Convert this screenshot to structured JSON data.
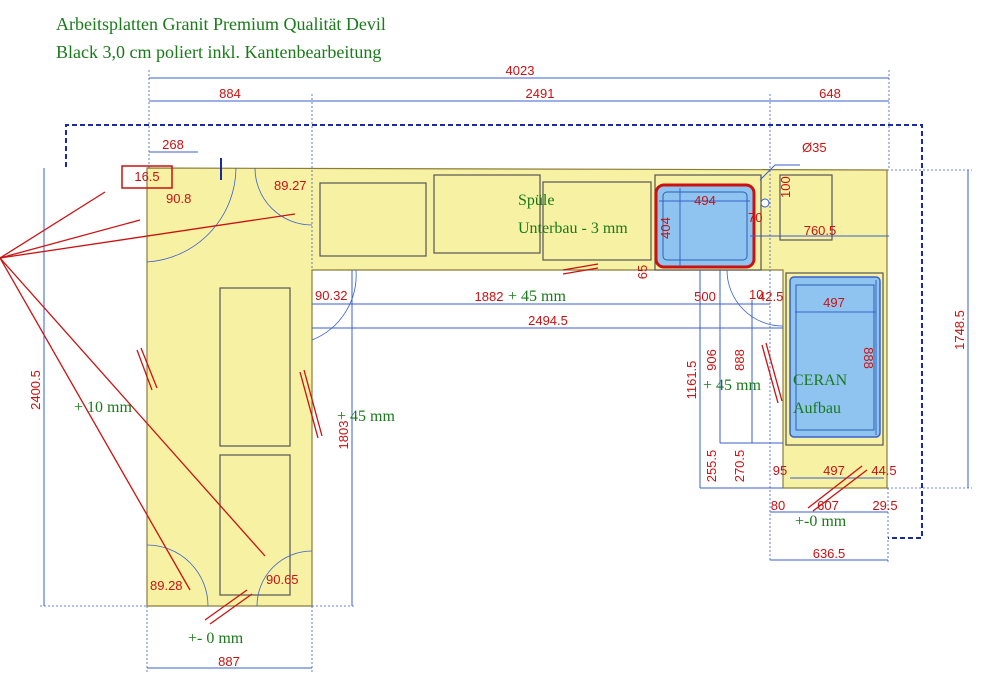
{
  "title_lines": [
    "Arbeitsplatten Granit Premium Qualität Devil",
    "Black 3,0 cm poliert inkl. Kantenbearbeitung"
  ],
  "notes": {
    "sink": "Spüle",
    "sink_mount": "Unterbau - 3 mm",
    "cooktop": "CERAN",
    "cooktop_mount": "Aufbau",
    "left_edge": "+ 10 mm",
    "middle_edge": "+ 45 mm",
    "inner_top_edge": "+ 45 mm",
    "right_inner_edge": "+ 45 mm",
    "bottom_left_edge": "+- 0 mm",
    "bottom_right_edge": "+-0 mm"
  },
  "dimensions": {
    "total_width": "4023",
    "left_width": "884",
    "middle_width": "2491",
    "right_width": "648",
    "corner_offset": "268",
    "corner_small": "16.5",
    "hole_diameter": "Ø35",
    "hole_offset": "100",
    "sink_width": "494",
    "sink_depth": "404",
    "sink_gap_70": "70",
    "sink_offset_760": "760.5",
    "sink_front_gap": "65",
    "inner_span_1882": "1882",
    "inner_span_2494": "2494.5",
    "span_500": "500",
    "span_10": "10",
    "span_42_5": "42.5",
    "cooktop_width": "497",
    "cooktop_depth": "888",
    "right_depth_906": "906",
    "right_depth_888": "888",
    "right_depth_1161": "1161.5",
    "total_depth_right": "1748.5",
    "left_depth": "2400.5",
    "middle_depth": "1803",
    "depth_255": "255.5",
    "depth_270": "270.5",
    "bottom_95": "95",
    "bottom_497": "497",
    "bottom_44": "44.5",
    "bottom_80": "80",
    "bottom_607": "607",
    "bottom_29": "29.5",
    "bottom_636": "636.5",
    "bottom_887": "887"
  },
  "angles": {
    "top_left": "90.8",
    "top_inner": "89.27",
    "inner_corner": "90.32",
    "bottom_left": "89.28",
    "bottom_right": "90.65"
  },
  "colors": {
    "worktop": "#f7f1a4",
    "worktop_border": "#8a7d3a",
    "cabinet": "#f7f1a4",
    "cabinet_border": "#555555",
    "cutout_fill": "#8fc4f0",
    "cutout_border": "#cc1111",
    "dim_line": "#3a5fcd",
    "dim_text": "#cc1111",
    "note_text": "#1a7a1a",
    "wall_dash": "#1a2aa0",
    "mark_line": "#cc1111"
  }
}
